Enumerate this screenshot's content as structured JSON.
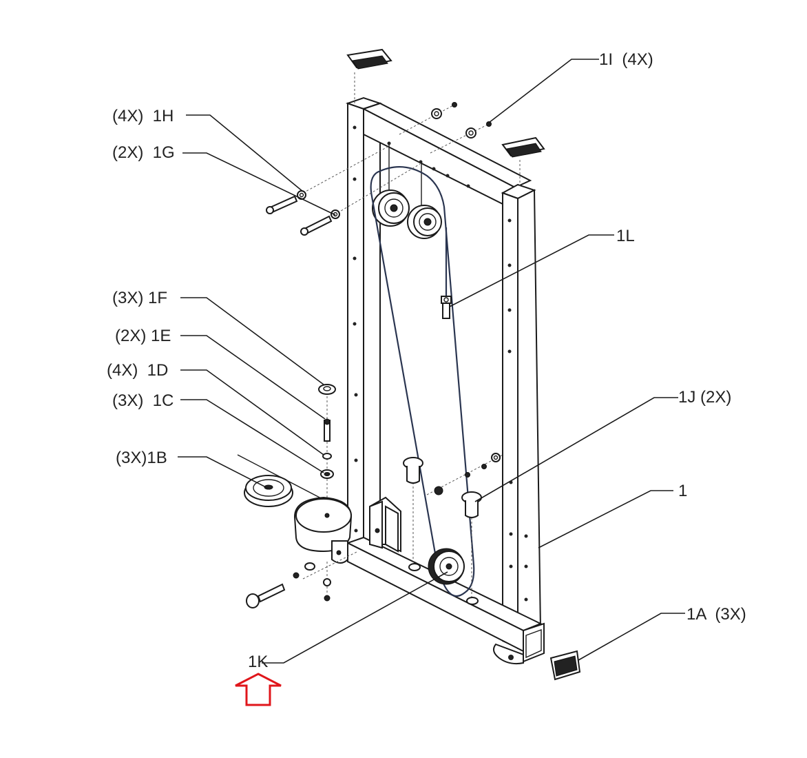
{
  "diagram": {
    "labels": {
      "1I": "1I  (4X)",
      "1H": "(4X)  1H",
      "1G": "(2X)  1G",
      "1L": "1L",
      "1F": "(3X) 1F",
      "1E": "(2X) 1E",
      "1D": "(4X)  1D",
      "1C": "(3X)  1C",
      "1B": "(3X)1B",
      "1J": "1J (2X)",
      "1": "1",
      "1A": "1A  (3X)",
      "1K": "1K"
    },
    "colors": {
      "line": "#1a1a1a",
      "cable": "#2a3550",
      "highlight_arrow": "#e0161b"
    },
    "highlight": {
      "target": "1K",
      "icon": "up-arrow-icon"
    }
  }
}
